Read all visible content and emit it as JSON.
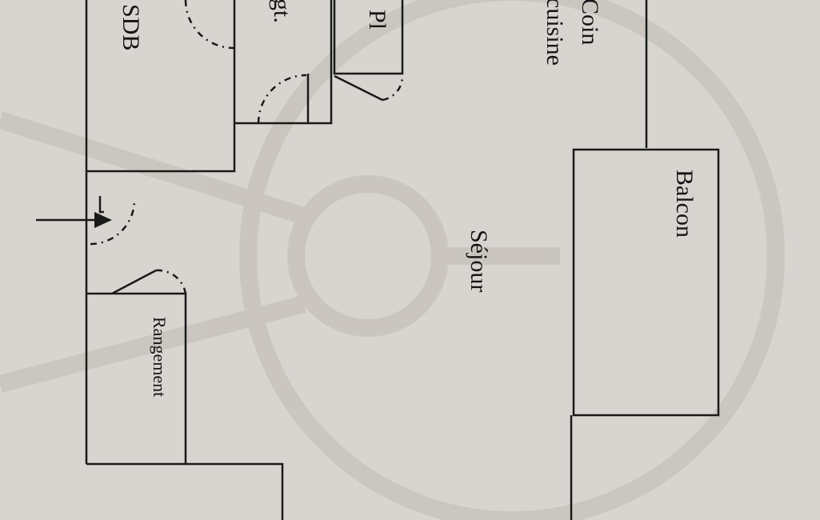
{
  "rooms": {
    "sdb": "SDB",
    "dgt": "gt.",
    "pl": "Pl",
    "coin": "Coin",
    "cuisine": "cuisine",
    "balcon": "Balcon",
    "sejour": "Séjour",
    "rangement": "Rangement"
  },
  "colors": {
    "paper": "#d8d5d0",
    "ink": "#1a1a1a",
    "watermark": "#c6c2bb"
  }
}
